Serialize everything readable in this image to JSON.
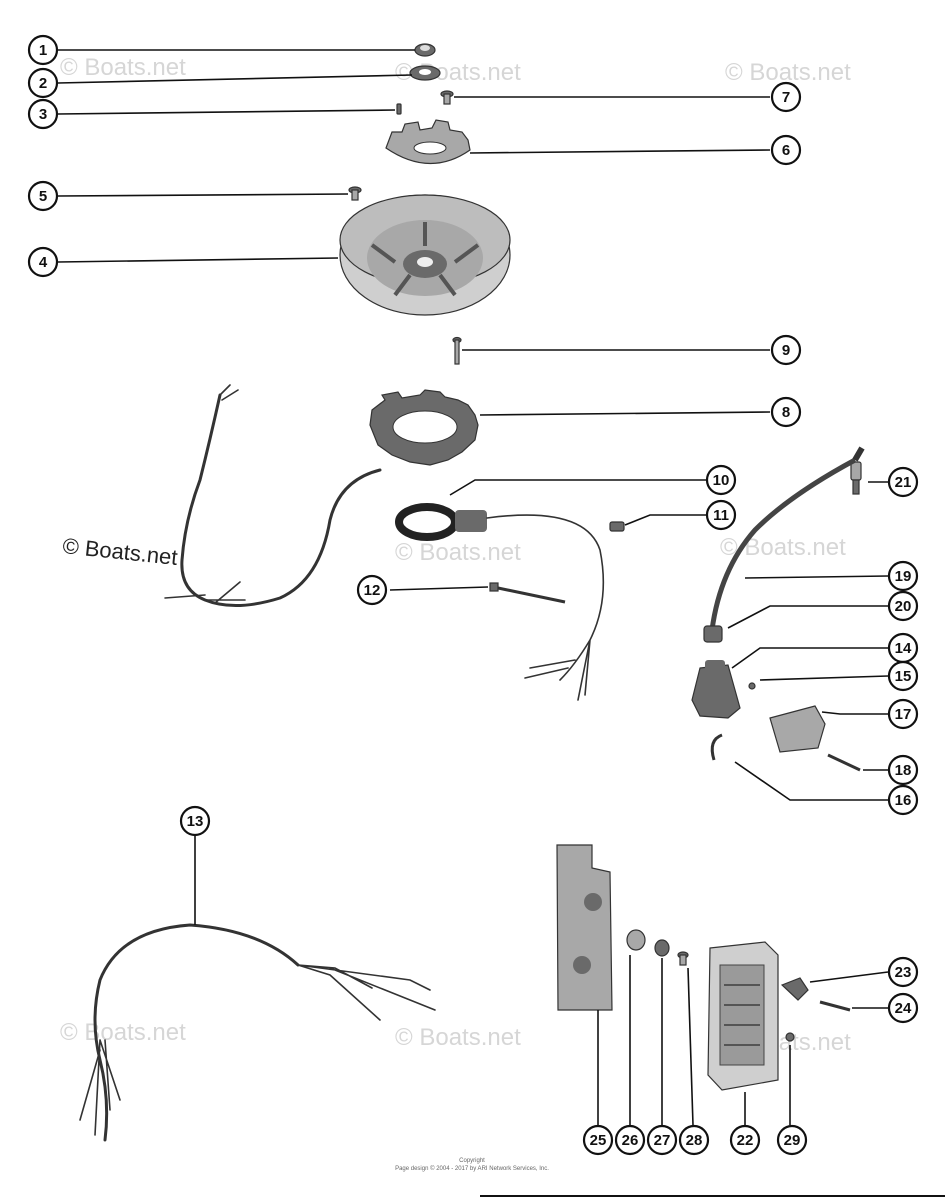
{
  "watermarks": [
    "© Boats.net",
    "© Boats.net",
    "© Boats.net",
    "© Boats.net",
    "© Boats.net",
    "© Boats.net",
    "© Boats.net"
  ],
  "watermark_prominent": "© Boats.net",
  "copyright_line1": "Copyright",
  "copyright_line2": "Page design © 2004 - 2017 by ARI Network Services, Inc.",
  "callouts": [
    "1",
    "2",
    "3",
    "4",
    "5",
    "6",
    "7",
    "8",
    "9",
    "10",
    "11",
    "12",
    "13",
    "14",
    "15",
    "16",
    "17",
    "18",
    "19",
    "20",
    "21",
    "22",
    "23",
    "24",
    "25",
    "26",
    "27",
    "28",
    "29"
  ]
}
